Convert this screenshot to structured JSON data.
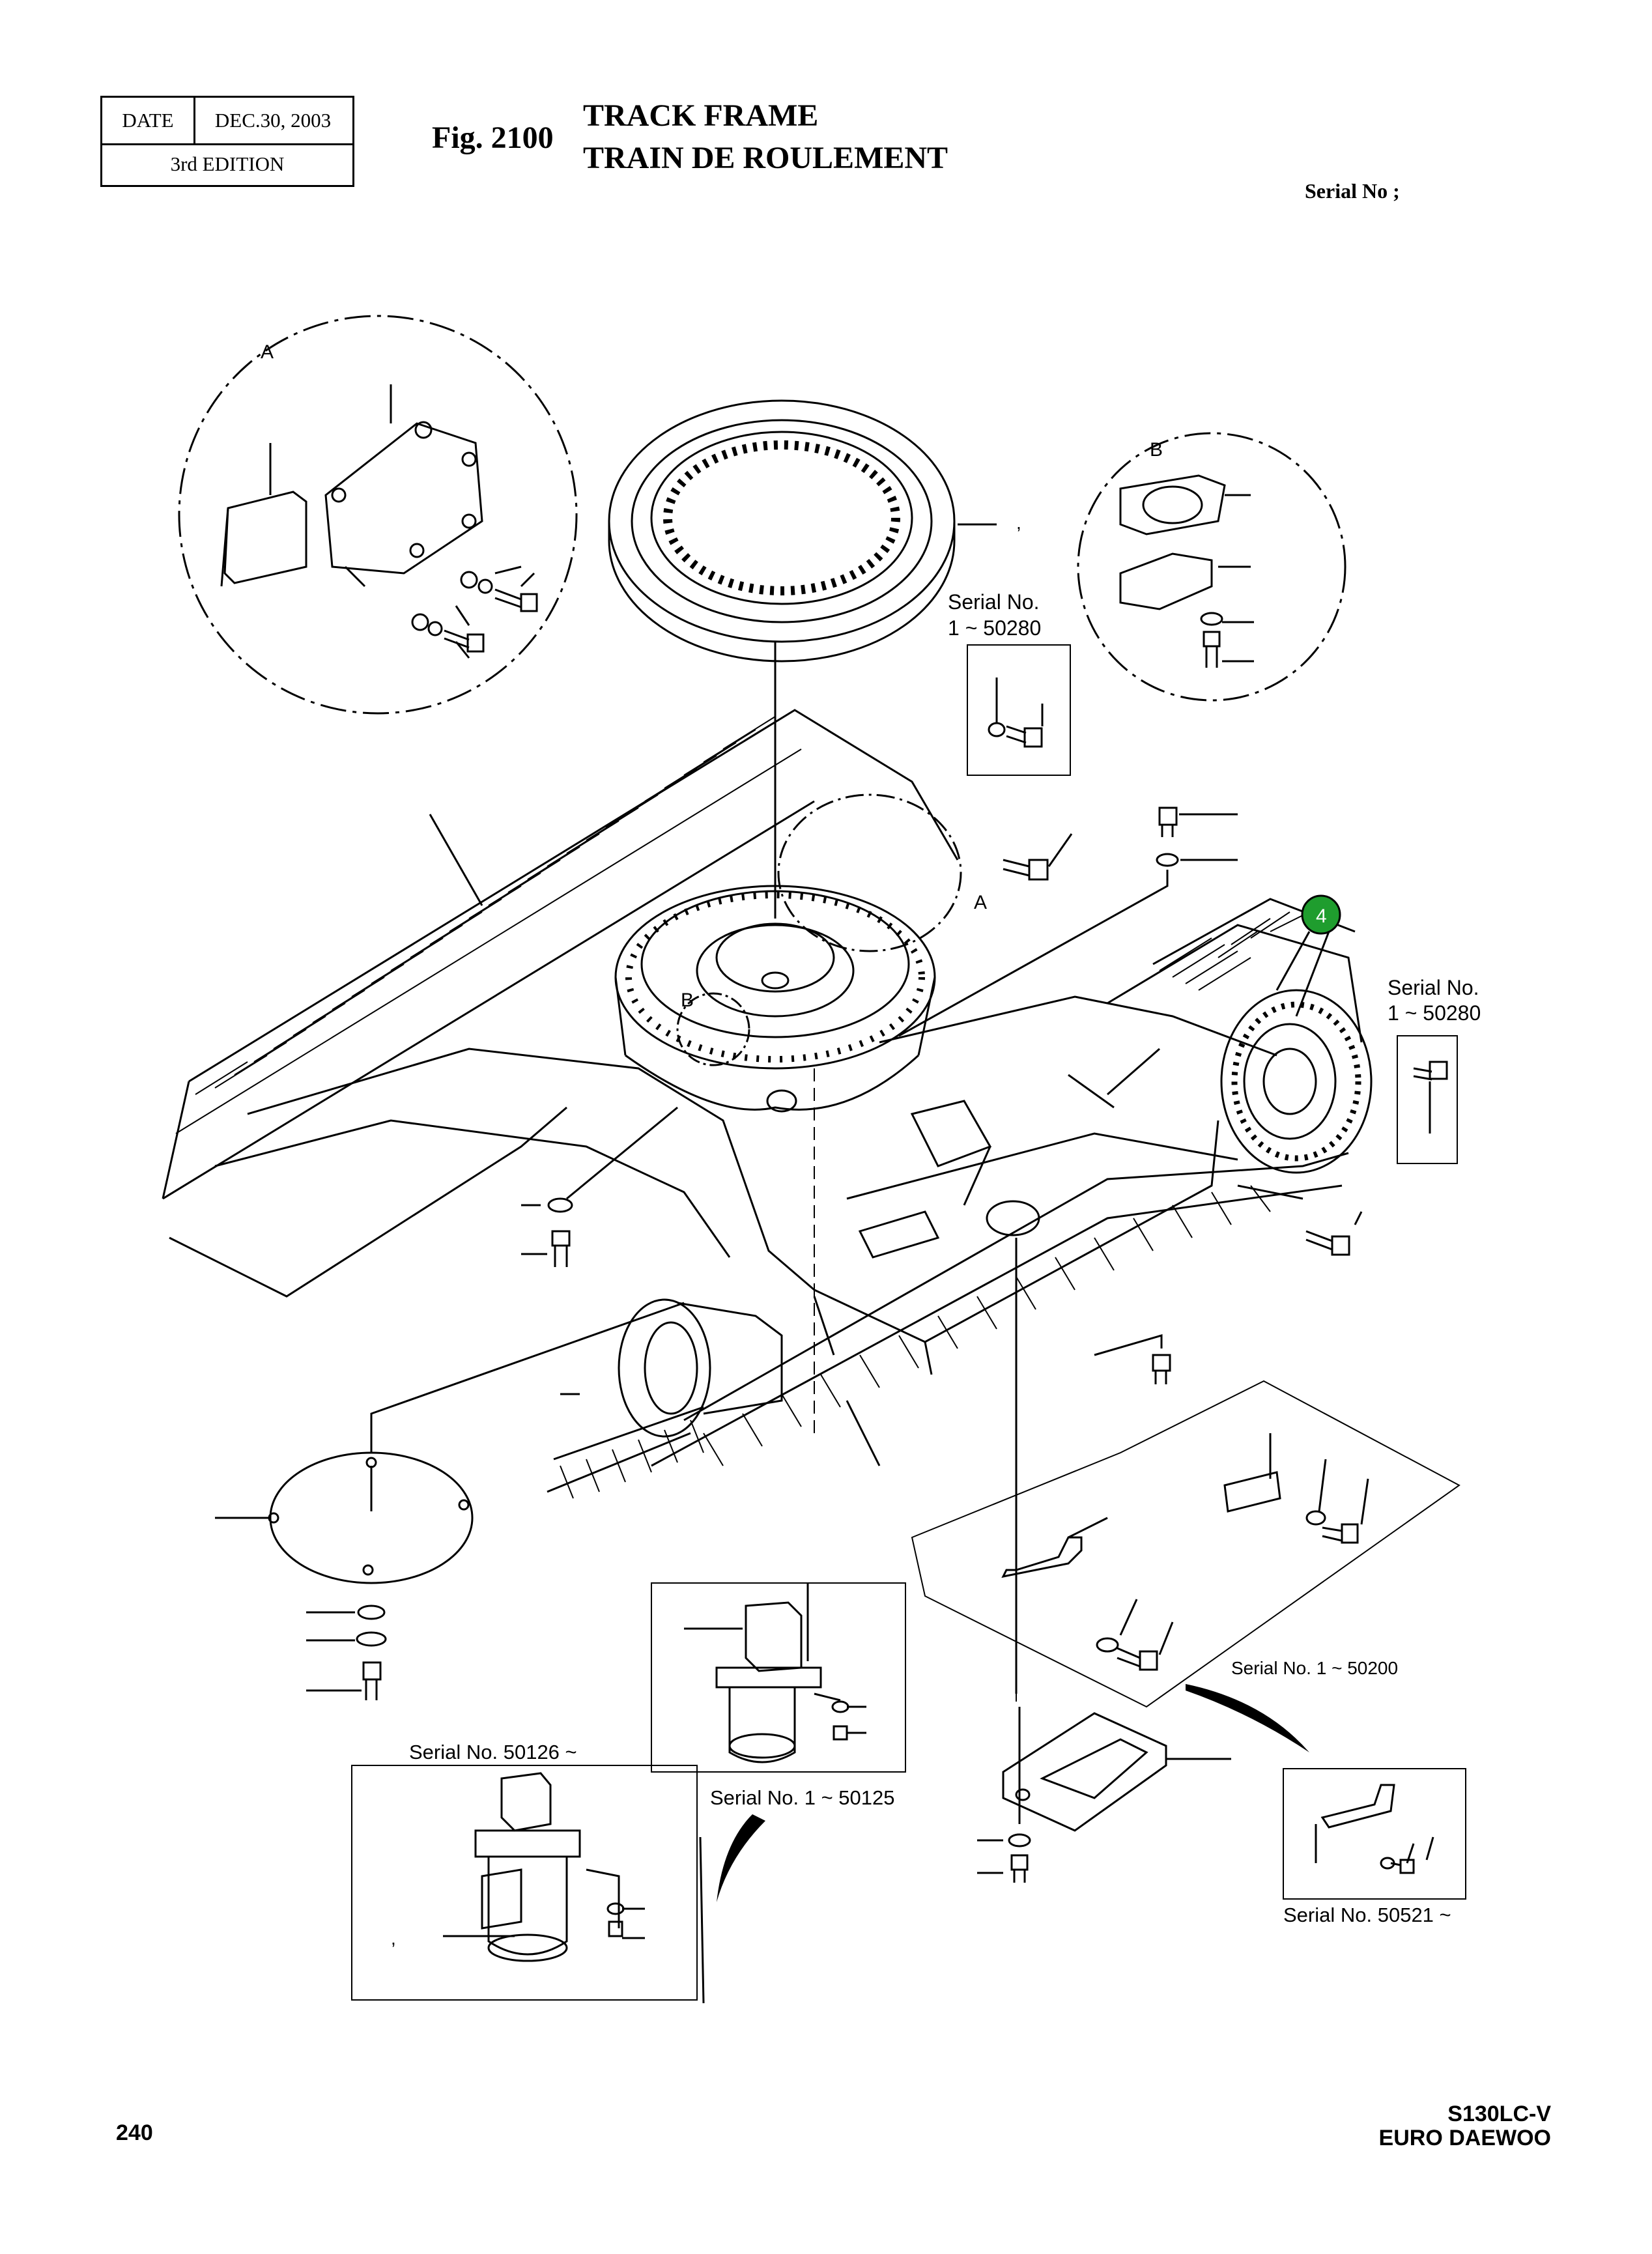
{
  "header": {
    "date_label": "DATE",
    "date_value": "DEC.30, 2003",
    "edition": "3rd  EDITION",
    "fig_no": "Fig. 2100",
    "title_en": "TRACK FRAME",
    "title_fr": "TRAIN DE ROULEMENT",
    "serial_label": "Serial No ;"
  },
  "callouts": {
    "view_a": "A",
    "view_b": "B",
    "badge_number": "4",
    "badge_color": "#1f9d2e"
  },
  "serial_notes": {
    "ring": "Serial No.",
    "ring_range": "1 ~ 50280",
    "sprocket": "Serial No.",
    "sprocket_range": "1 ~ 50280",
    "plate": "Serial No. 1 ~ 50200",
    "swivel_new": "Serial No. 50126 ~",
    "swivel_old": "Serial No. 1 ~ 50125",
    "bracket": "Serial No. 50521 ~"
  },
  "footer": {
    "page_number": "240",
    "model": "S130LC-V",
    "brand": "EURO DAEWOO"
  }
}
